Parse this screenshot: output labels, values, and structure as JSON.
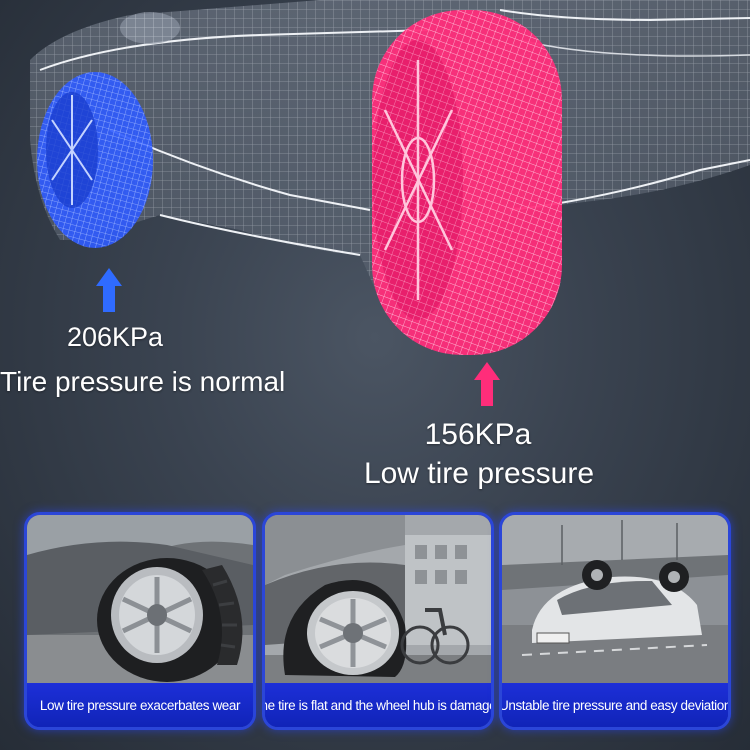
{
  "annotations": {
    "normal": {
      "value": "206KPa",
      "text": "Tire pressure is normal",
      "color": "#2f6bff"
    },
    "low": {
      "value": "156KPa",
      "text": "Low tire pressure",
      "color": "#ff2d7a"
    }
  },
  "cards": [
    {
      "caption": "Low tire pressure exacerbates wear",
      "icon": "worn-tire-photo"
    },
    {
      "caption": "The tire is flat and the wheel hub is damaged",
      "icon": "flat-tire-photo"
    },
    {
      "caption": "Unstable tire pressure and easy deviation",
      "icon": "overturned-car-photo"
    }
  ],
  "colors": {
    "background": "#3a4350",
    "card_border": "#2b46d8",
    "caption_bg": "#1d2fd8"
  }
}
